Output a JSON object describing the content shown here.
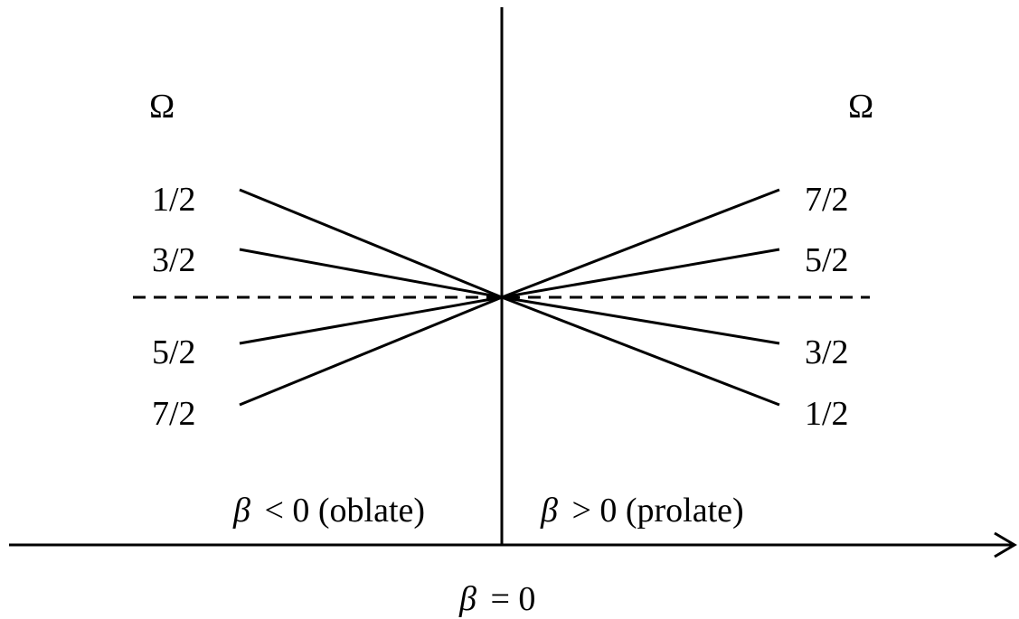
{
  "diagram": {
    "omega_symbol": "Ω",
    "left_levels": [
      "1/2",
      "3/2",
      "5/2",
      "7/2"
    ],
    "right_levels": [
      "7/2",
      "5/2",
      "3/2",
      "1/2"
    ],
    "beta_symbol": "β",
    "oblate_relation": "< 0 (oblate)",
    "prolate_relation": "> 0 (prolate)",
    "zero_relation": "= 0"
  }
}
